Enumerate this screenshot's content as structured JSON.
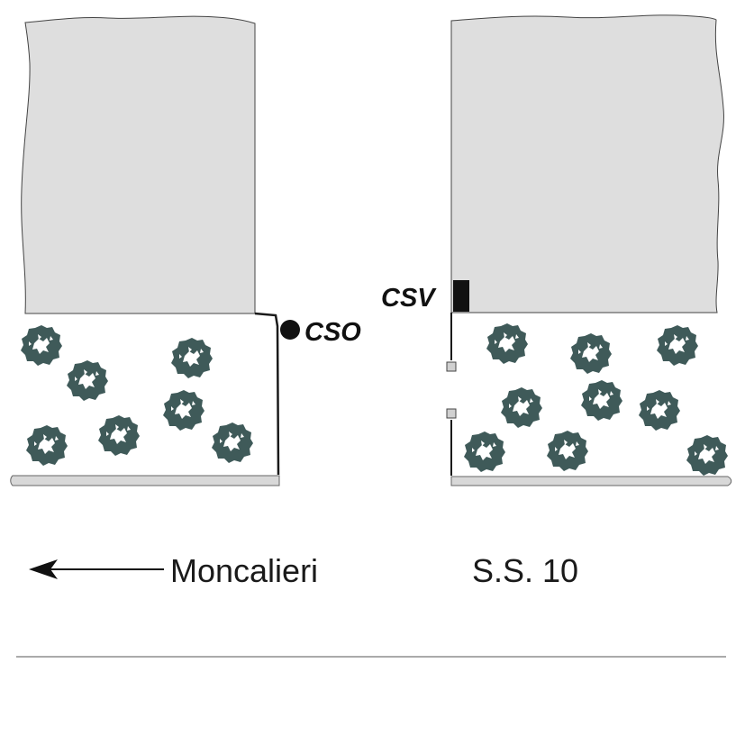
{
  "labels": {
    "cso": "CSO",
    "csv": "CSV",
    "direction": "Moncalieri",
    "road": "S.S. 10"
  },
  "colors": {
    "building_fill": "#dedede",
    "outline": "#444444",
    "tree": "#3f5a59",
    "fence": "#1a1a1a",
    "sidewalk": "#d8d8d8"
  },
  "icons": {
    "cso_marker": "filled-circle",
    "csv_marker": "filled-rectangle",
    "tree": "tree-canopy",
    "arrow": "left-arrow"
  }
}
